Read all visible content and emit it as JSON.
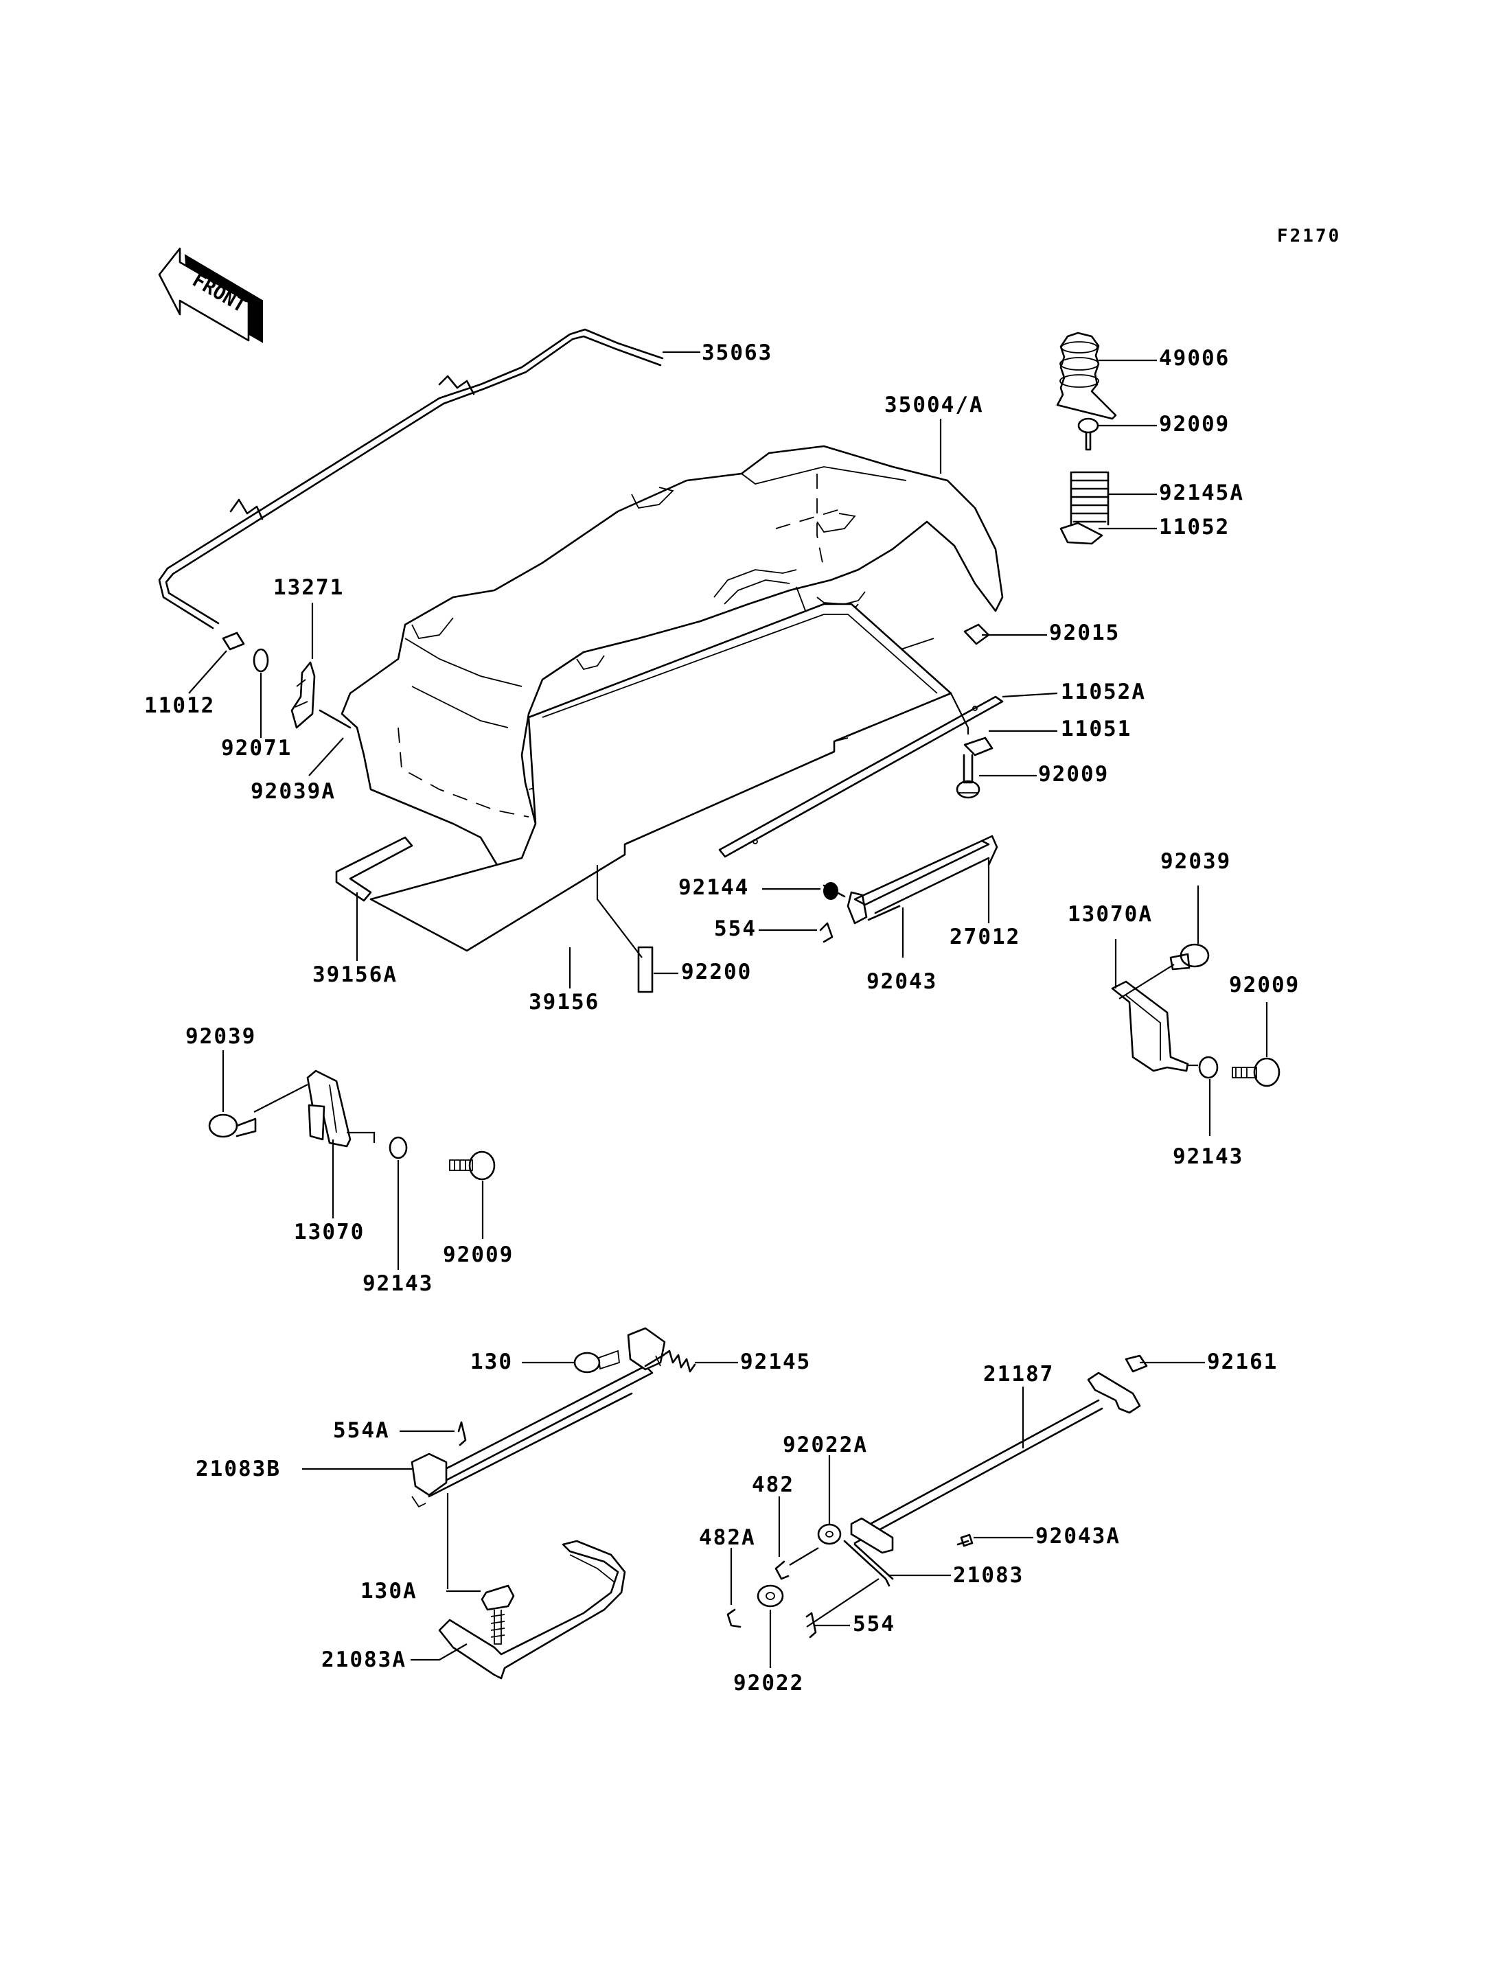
{
  "diagram_code": "F2170",
  "front_label": "FRONT",
  "part_numbers": {
    "p35063": "35063",
    "p49006": "49006",
    "p35004a": "35004/A",
    "p92009_top": "92009",
    "p92145a": "92145A",
    "p11052": "11052",
    "p13271": "13271",
    "p92015": "92015",
    "p11052a": "11052A",
    "p11012": "11012",
    "p11051": "11051",
    "p92071": "92071",
    "p92009_mid": "92009",
    "p92039a": "92039A",
    "p92039_right": "92039",
    "p92144": "92144",
    "p554_top": "554",
    "p27012": "27012",
    "p13070a": "13070A",
    "p39156a": "39156A",
    "p92043": "92043",
    "p92200": "92200",
    "p39156": "39156",
    "p92009_right": "92009",
    "p92039_left": "92039",
    "p92143_right": "92143",
    "p13070": "13070",
    "p92009_left": "92009",
    "p92143_left": "92143",
    "p130": "130",
    "p92145": "92145",
    "p92161": "92161",
    "p21187": "21187",
    "p554a": "554A",
    "p92022a": "92022A",
    "p21083b": "21083B",
    "p482": "482",
    "p92043a": "92043A",
    "p482a": "482A",
    "p21083": "21083",
    "p130a": "130A",
    "p554_bottom": "554",
    "p21083a": "21083A",
    "p92022": "92022"
  }
}
